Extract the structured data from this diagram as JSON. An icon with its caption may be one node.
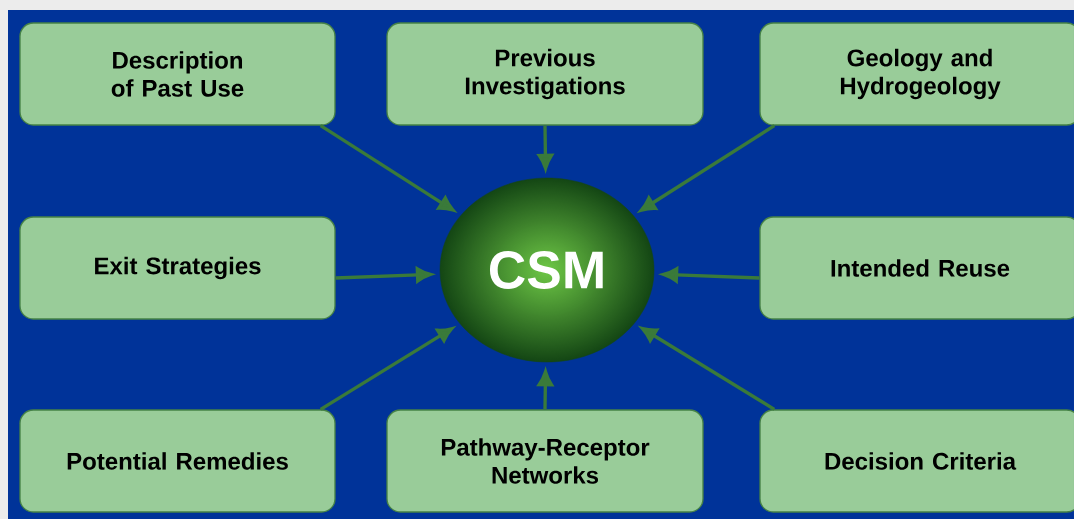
{
  "diagram": {
    "nodes": [
      {
        "text": [
          "Description of Past Use"
        ]
      },
      {
        "text": [
          "Previous Investigations"
        ]
      },
      {
        "text": [
          "Geology and Hydrogeology"
        ]
      },
      {
        "text": [
          "Exit Strategies"
        ]
      },
      {
        "text": [
          "Intended Reuse"
        ]
      },
      {
        "text": [
          "Potential Remedies"
        ]
      },
      {
        "text": [
          "Pathway-Receptor Networks"
        ]
      },
      {
        "text": [
          "Decision Criteria"
        ]
      },
      {
        "text": [
          "CSM"
        ]
      }
    ],
    "edges": [
      {
        "from": 0,
        "to": 8,
        "arrow": "to"
      },
      {
        "from": 1,
        "to": 8,
        "arrow": "to"
      },
      {
        "from": 2,
        "to": 8,
        "arrow": "to"
      },
      {
        "from": 3,
        "to": 8,
        "arrow": "to"
      },
      {
        "from": 4,
        "to": 8,
        "arrow": "to"
      },
      {
        "from": 5,
        "to": 8,
        "arrow": "to"
      },
      {
        "from": 6,
        "to": 8,
        "arrow": "to"
      },
      {
        "from": 7,
        "to": 8,
        "arrow": "to"
      }
    ]
  }
}
